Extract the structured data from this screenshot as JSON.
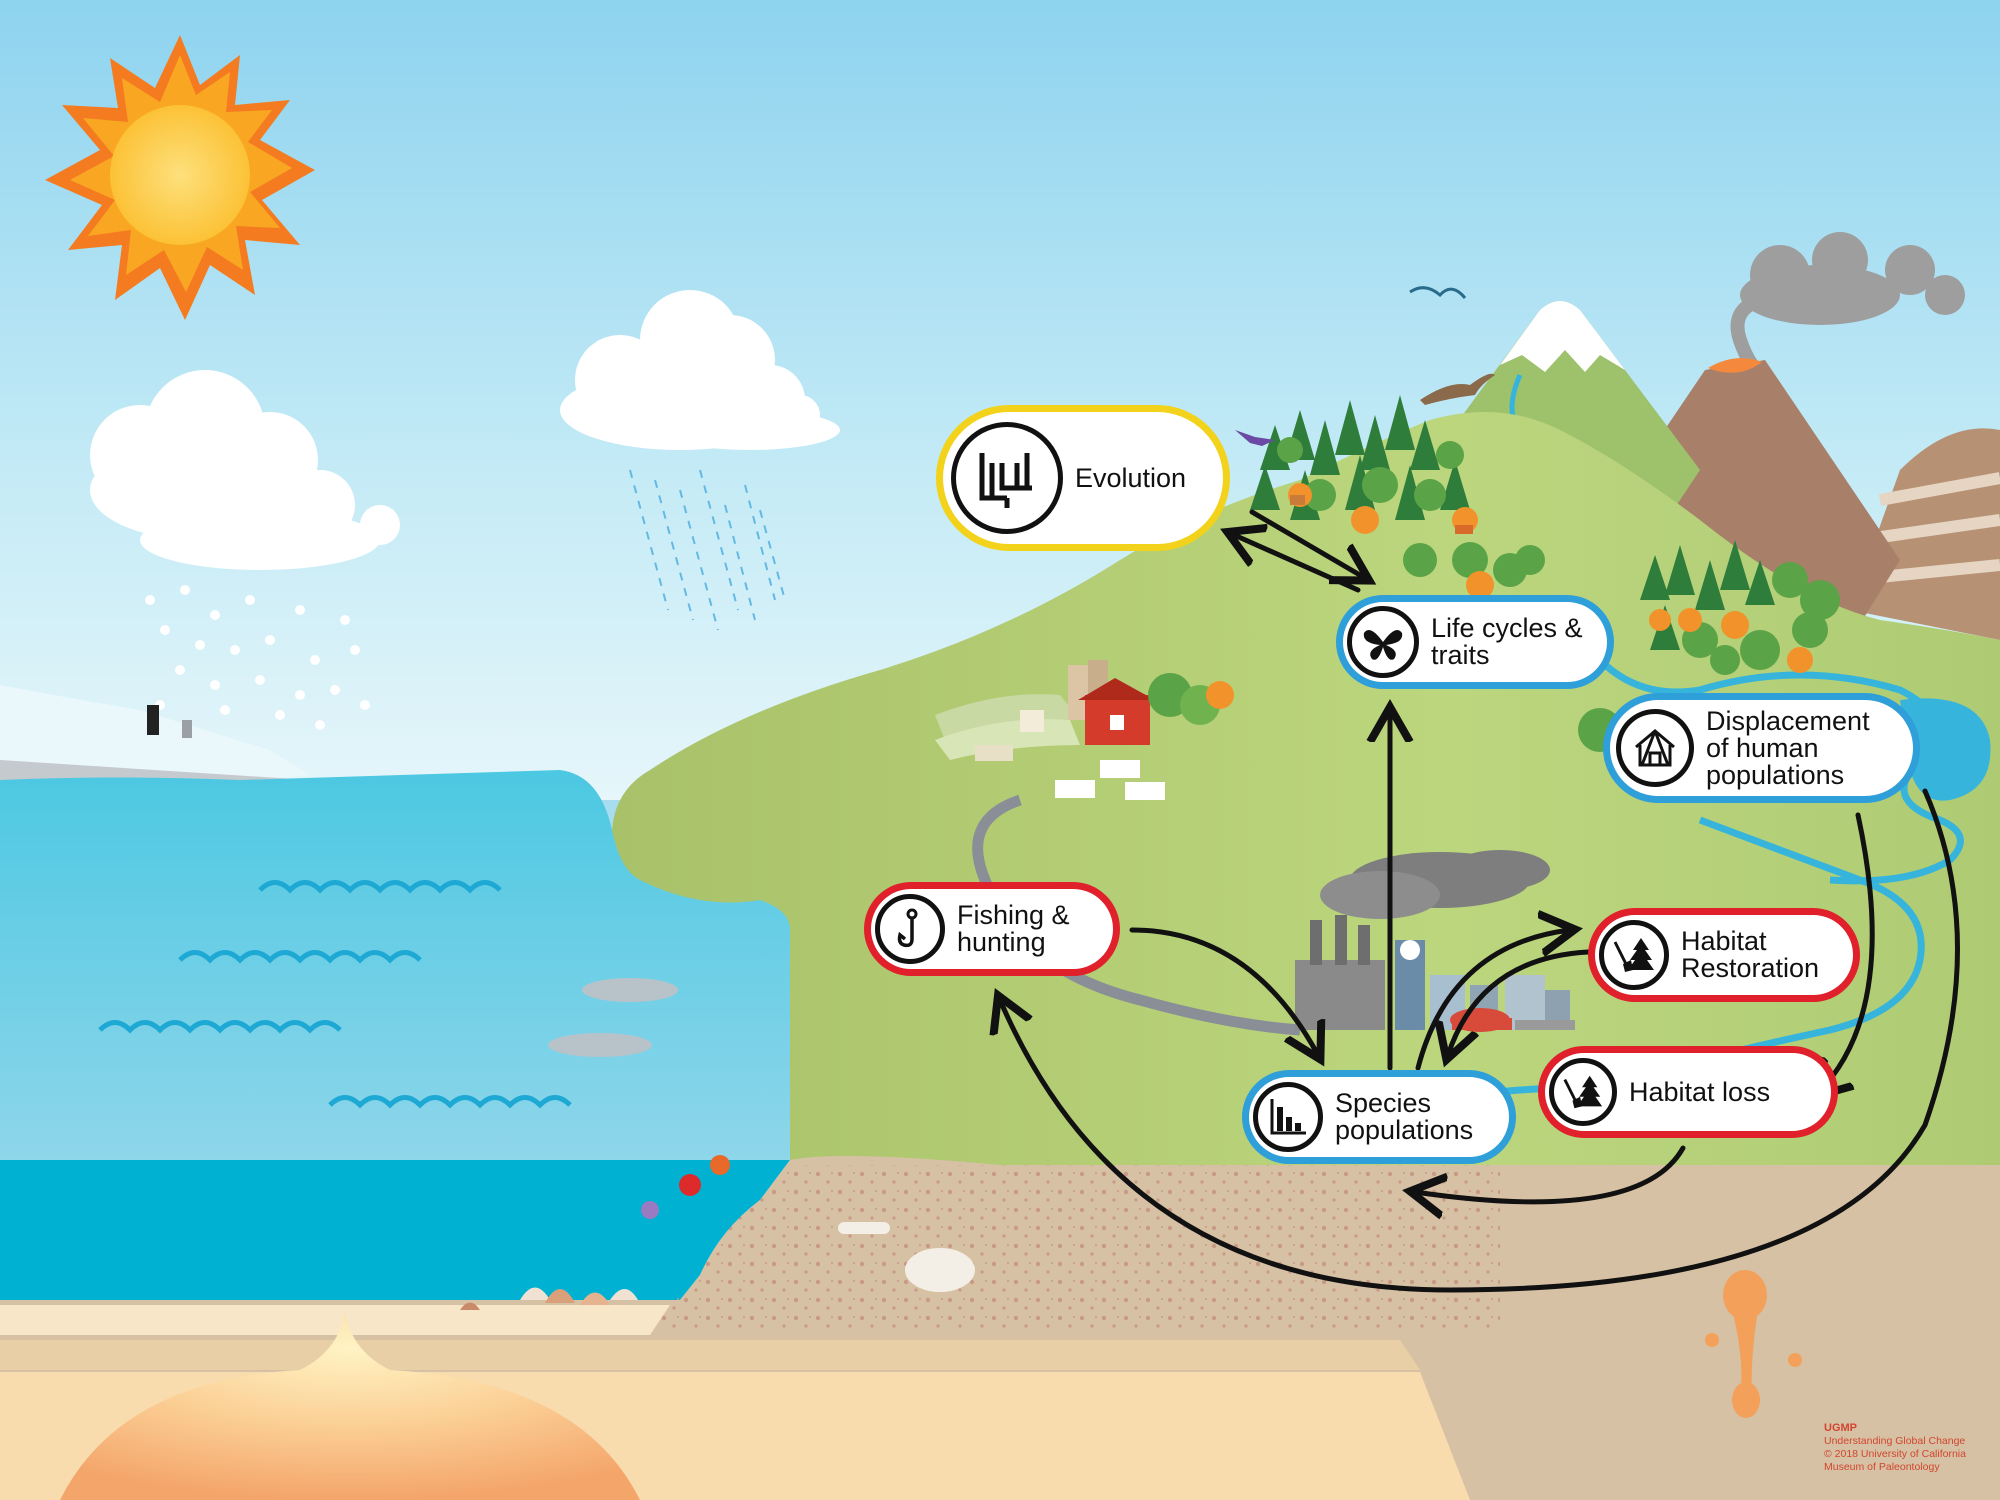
{
  "colors": {
    "sky_top": "#8fd3ee",
    "sky_bottom": "#dff3f8",
    "ocean": "#3fc0de",
    "deep_ocean": "#00b1d2",
    "land": "#a9c76c",
    "sediment": "#d9c2a5",
    "arrow": "#111111",
    "yellow_border": "#f2d21b",
    "blue_border": "#2e9fd9",
    "red_border": "#e0202a"
  },
  "nodes": {
    "evolution": {
      "label": "Evolution",
      "icon": "phylogeny-tree-icon",
      "border_color": "#f2d21b"
    },
    "life_cycles": {
      "label": "Life cycles &\ntraits",
      "icon": "butterfly-icon",
      "border_color": "#2e9fd9"
    },
    "displacement": {
      "label": "Displacement\nof human\npopulations",
      "icon": "house-icon",
      "border_color": "#2e9fd9"
    },
    "fishing": {
      "label": "Fishing &\nhunting",
      "icon": "fishhook-icon",
      "border_color": "#e0202a"
    },
    "habitat_restoration": {
      "label": "Habitat\nRestoration",
      "icon": "tree-shovel-icon",
      "border_color": "#e0202a"
    },
    "habitat_loss": {
      "label": "Habitat loss",
      "icon": "tree-shovel-icon",
      "border_color": "#e0202a"
    },
    "species_populations": {
      "label": "Species\npopulations",
      "icon": "bar-chart-icon",
      "border_color": "#2e9fd9"
    }
  },
  "credit": {
    "brand": "UGMP",
    "line1": "Understanding Global Change",
    "line2": "© 2018 University of California",
    "line3": "Museum of Paleontology"
  }
}
